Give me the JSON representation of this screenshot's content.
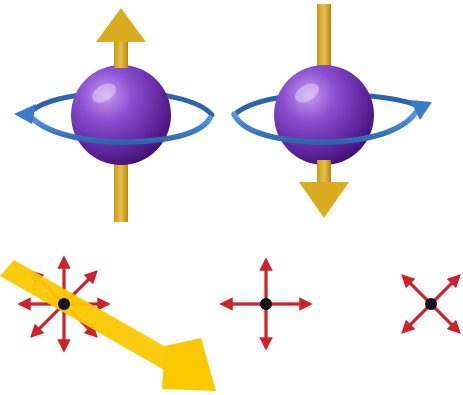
{
  "colors": {
    "background": "#ffffff",
    "sphere_purple": "#6a2fa8",
    "arrow_gold": "#d9ad1f",
    "rotation_blue": "#3a7bc8",
    "polarization_red": "#cc2229",
    "pivot_black": "#141414",
    "beam_yellow": "#fcc800"
  },
  "diagram": {
    "spins": [
      {
        "name": "spin-up",
        "arrow_direction": "up",
        "rotation": "counter-clockwise"
      },
      {
        "name": "spin-down",
        "arrow_direction": "down",
        "rotation": "clockwise"
      }
    ],
    "polarization_symbols": [
      {
        "name": "unpolarized",
        "directions": 8
      },
      {
        "name": "cross",
        "directions": 4,
        "orientation": "horizontal-vertical"
      },
      {
        "name": "diagonal-cross",
        "directions": 4,
        "orientation": "diagonal"
      }
    ],
    "beam": {
      "direction": "down-right",
      "overlaps": "unpolarized"
    }
  }
}
